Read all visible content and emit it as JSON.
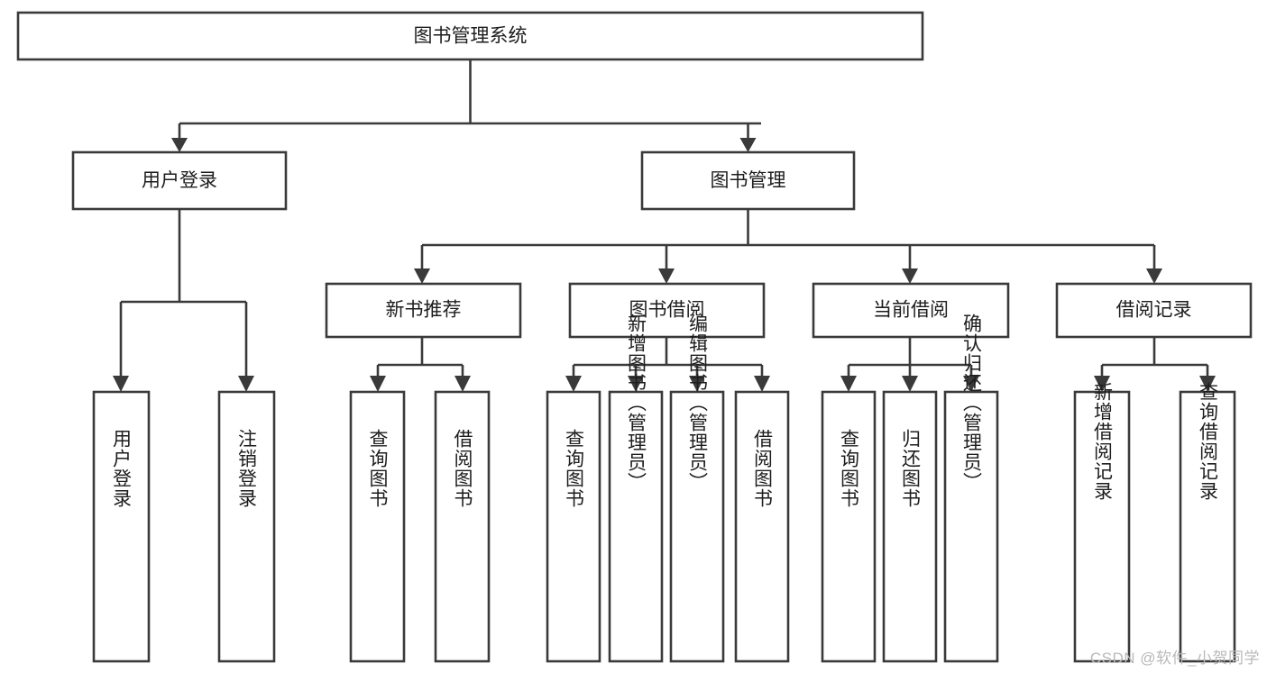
{
  "diagram": {
    "type": "tree",
    "title": "图书管理系统",
    "orientation": "top-down",
    "style": {
      "box_fill": "#ffffff",
      "box_stroke": "#3a3a3a",
      "connector_color": "#3a3a3a",
      "text_color": "#1d1d1d",
      "background": "#ffffff"
    },
    "nodes": {
      "root": {
        "label": "图书管理系统",
        "level": 0,
        "orientation": "horizontal"
      },
      "l1_user_login": {
        "label": "用户登录",
        "level": 1,
        "orientation": "horizontal"
      },
      "l1_book_manage": {
        "label": "图书管理",
        "level": 1,
        "orientation": "horizontal"
      },
      "l2_new_book_rec": {
        "label": "新书推荐",
        "level": 2,
        "orientation": "horizontal"
      },
      "l2_book_borrow": {
        "label": "图书借阅",
        "level": 2,
        "orientation": "horizontal"
      },
      "l2_current_borrow": {
        "label": "当前借阅",
        "level": 2,
        "orientation": "horizontal"
      },
      "l2_borrow_record": {
        "label": "借阅记录",
        "level": 2,
        "orientation": "horizontal"
      },
      "leaf_user_login": {
        "label": "用户登录",
        "level": 2,
        "orientation": "vertical"
      },
      "leaf_logout": {
        "label": "注销登录",
        "level": 2,
        "orientation": "vertical"
      },
      "leaf_query_book_rec": {
        "label": "查询图书",
        "level": 3,
        "orientation": "vertical"
      },
      "leaf_borrow_book_rec": {
        "label": "借阅图书",
        "level": 3,
        "orientation": "vertical"
      },
      "leaf_query_book_bor": {
        "label": "查询图书",
        "level": 3,
        "orientation": "vertical"
      },
      "leaf_add_book": {
        "label": "新增图书（管理员）",
        "level": 3,
        "orientation": "vertical"
      },
      "leaf_edit_book": {
        "label": "编辑图书（管理员）",
        "level": 3,
        "orientation": "vertical"
      },
      "leaf_borrow_book_bor": {
        "label": "借阅图书",
        "level": 3,
        "orientation": "vertical"
      },
      "leaf_query_book_cur": {
        "label": "查询图书",
        "level": 3,
        "orientation": "vertical"
      },
      "leaf_return_book": {
        "label": "归还图书",
        "level": 3,
        "orientation": "vertical"
      },
      "leaf_confirm_return": {
        "label": "确认归还（管理员）",
        "level": 3,
        "orientation": "vertical"
      },
      "leaf_add_record": {
        "label": "新增借阅记录",
        "level": 3,
        "orientation": "vertical"
      },
      "leaf_query_record": {
        "label": "查询借阅记录",
        "level": 3,
        "orientation": "vertical"
      }
    },
    "edges": [
      {
        "from": "root",
        "to": "l1_user_login"
      },
      {
        "from": "root",
        "to": "l1_book_manage"
      },
      {
        "from": "l1_user_login",
        "to": "leaf_user_login"
      },
      {
        "from": "l1_user_login",
        "to": "leaf_logout"
      },
      {
        "from": "l1_book_manage",
        "to": "l2_new_book_rec"
      },
      {
        "from": "l1_book_manage",
        "to": "l2_book_borrow"
      },
      {
        "from": "l1_book_manage",
        "to": "l2_current_borrow"
      },
      {
        "from": "l1_book_manage",
        "to": "l2_borrow_record"
      },
      {
        "from": "l2_new_book_rec",
        "to": "leaf_query_book_rec"
      },
      {
        "from": "l2_new_book_rec",
        "to": "leaf_borrow_book_rec"
      },
      {
        "from": "l2_book_borrow",
        "to": "leaf_query_book_bor"
      },
      {
        "from": "l2_book_borrow",
        "to": "leaf_add_book"
      },
      {
        "from": "l2_book_borrow",
        "to": "leaf_edit_book"
      },
      {
        "from": "l2_book_borrow",
        "to": "leaf_borrow_book_bor"
      },
      {
        "from": "l2_current_borrow",
        "to": "leaf_query_book_cur"
      },
      {
        "from": "l2_current_borrow",
        "to": "leaf_return_book"
      },
      {
        "from": "l2_current_borrow",
        "to": "leaf_confirm_return"
      },
      {
        "from": "l2_borrow_record",
        "to": "leaf_add_record"
      },
      {
        "from": "l2_borrow_record",
        "to": "leaf_query_record"
      }
    ]
  },
  "watermark": {
    "text": "CSDN @软件_小贺同学",
    "color": "#b9b9b9"
  }
}
